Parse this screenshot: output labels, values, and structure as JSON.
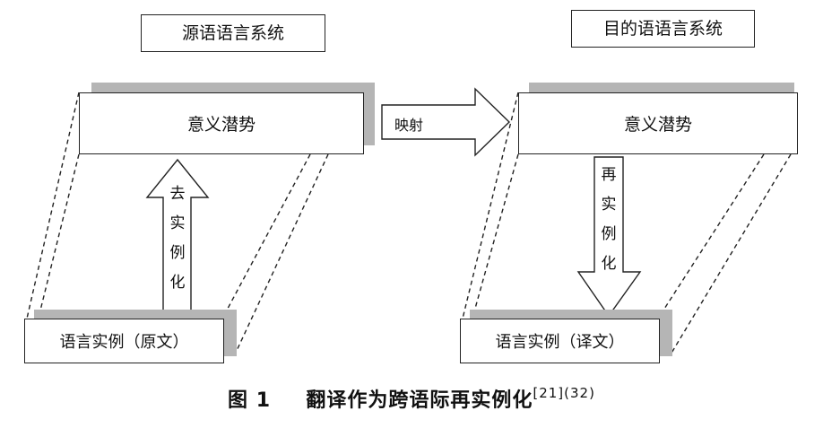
{
  "source_system": {
    "title": "源语语言系统"
  },
  "target_system": {
    "title": "目的语语言系统"
  },
  "meaning_potential": {
    "label": "意义潜势"
  },
  "mapping": {
    "label": "映射"
  },
  "deinstantiation": {
    "chars": [
      "去",
      "实",
      "例",
      "化"
    ]
  },
  "reinstantiation": {
    "chars": [
      "再",
      "实",
      "例",
      "化"
    ]
  },
  "source_instance": {
    "label": "语言实例（原文）"
  },
  "target_instance": {
    "label": "语言实例（译文）"
  },
  "caption": {
    "figure_no": "图 1",
    "title": "翻译作为跨语际再实例化",
    "refs": "[21](32)"
  }
}
